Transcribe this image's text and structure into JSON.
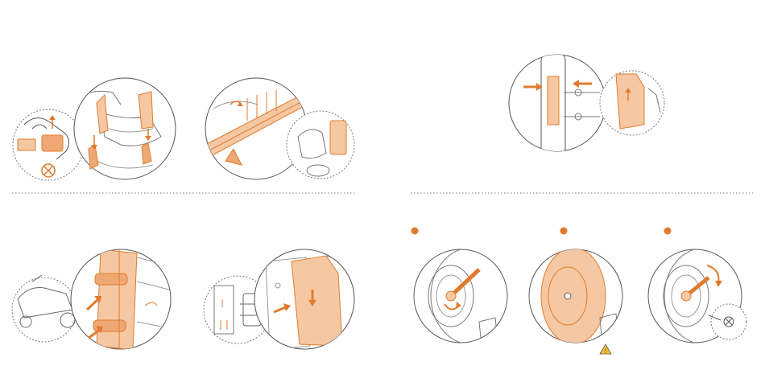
{
  "diagram": {
    "colors": {
      "accent": "#E07B2E",
      "fill": "#F5C8A3",
      "fill_dark": "#EFA873",
      "line": "#555555",
      "light_line": "#9A9A9A",
      "warning": "#F2C230"
    },
    "panels": [
      {
        "id": "panel-pedal-removal",
        "icons": [
          "hand-icon",
          "prohibited-icon",
          "up-arrow-icon",
          "down-arrow-icon"
        ]
      },
      {
        "id": "panel-bracket-screws",
        "icons": [
          "rotate-arrow-icon",
          "screw-icon"
        ]
      },
      {
        "id": "panel-side-press",
        "icons": [
          "right-arrow-icon",
          "left-arrow-icon",
          "up-arrow-icon"
        ]
      },
      {
        "id": "panel-frame-attach",
        "icons": [
          "right-arrow-icon"
        ]
      },
      {
        "id": "panel-cover-attach",
        "icons": [
          "right-arrow-icon",
          "down-arrow-icon"
        ]
      },
      {
        "id": "panel-wheel-steps",
        "icons": [
          "step-dot-icon",
          "wrench-icon",
          "warning-icon"
        ]
      }
    ],
    "step_markers": 3,
    "warning_symbol": "!"
  }
}
